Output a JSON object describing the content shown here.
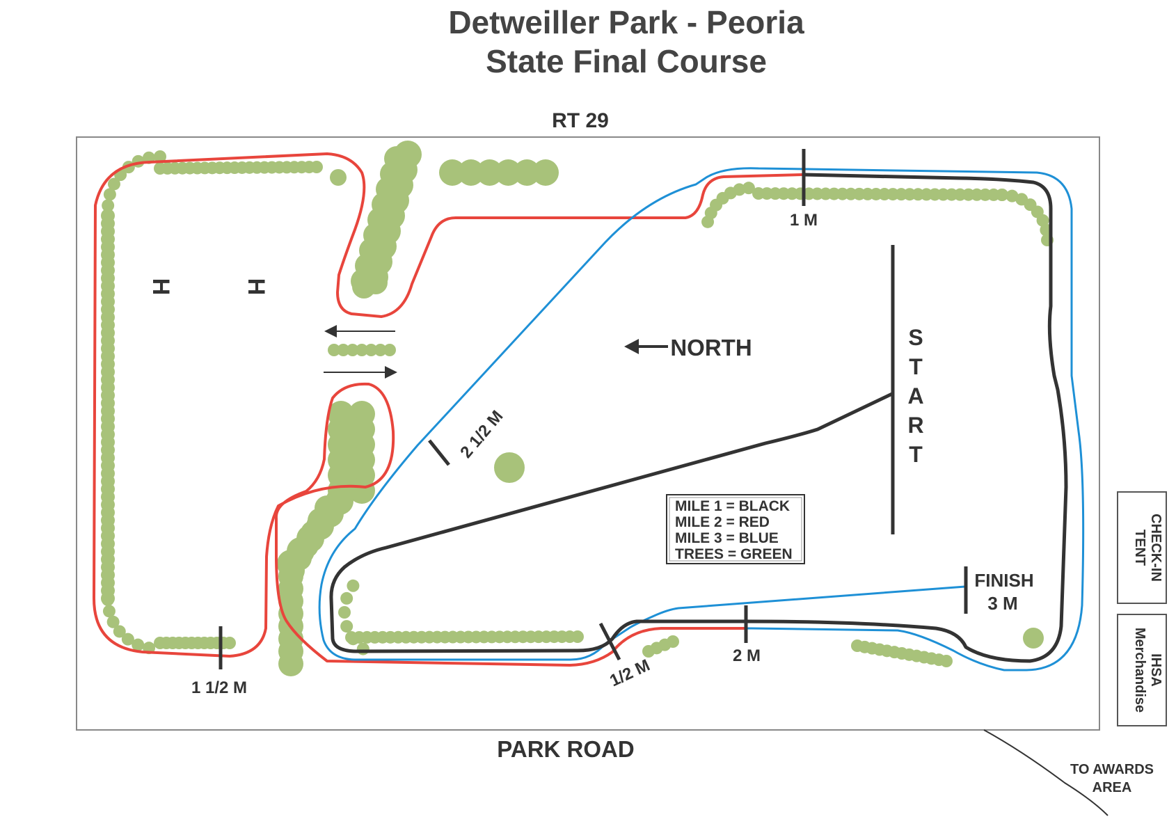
{
  "title": {
    "line1": "Detweiller Park - Peoria",
    "line2": "State Final Course"
  },
  "roads": {
    "top": "RT 29",
    "bottom": "PARK ROAD"
  },
  "compass": {
    "label": "NORTH"
  },
  "start_label": "START",
  "finish": {
    "label": "FINISH",
    "distance": "3 M"
  },
  "markers": {
    "half_mile": "1/2 M",
    "one_mile": "1 M",
    "one_half_mile": "1 1/2 M",
    "two_mile": "2 M",
    "two_half_mile": "2 1/2 M"
  },
  "legend": [
    "MILE 1 = BLACK",
    "MILE 2 = RED",
    "MILE 3 = BLUE",
    "TREES = GREEN"
  ],
  "boxes": {
    "checkin_line1": "CHECK-IN",
    "checkin_line2": "TENT",
    "merch_line1": "IHSA",
    "merch_line2": "Merchandise"
  },
  "awards": {
    "line1": "TO AWARDS",
    "line2": "AREA"
  },
  "hurdle_symbol": "H",
  "colors": {
    "mile1": "#333333",
    "mile2": "#e8453c",
    "mile3": "#1e90d6",
    "trees": "#a8c27a",
    "text": "#333333",
    "border": "#888888"
  }
}
